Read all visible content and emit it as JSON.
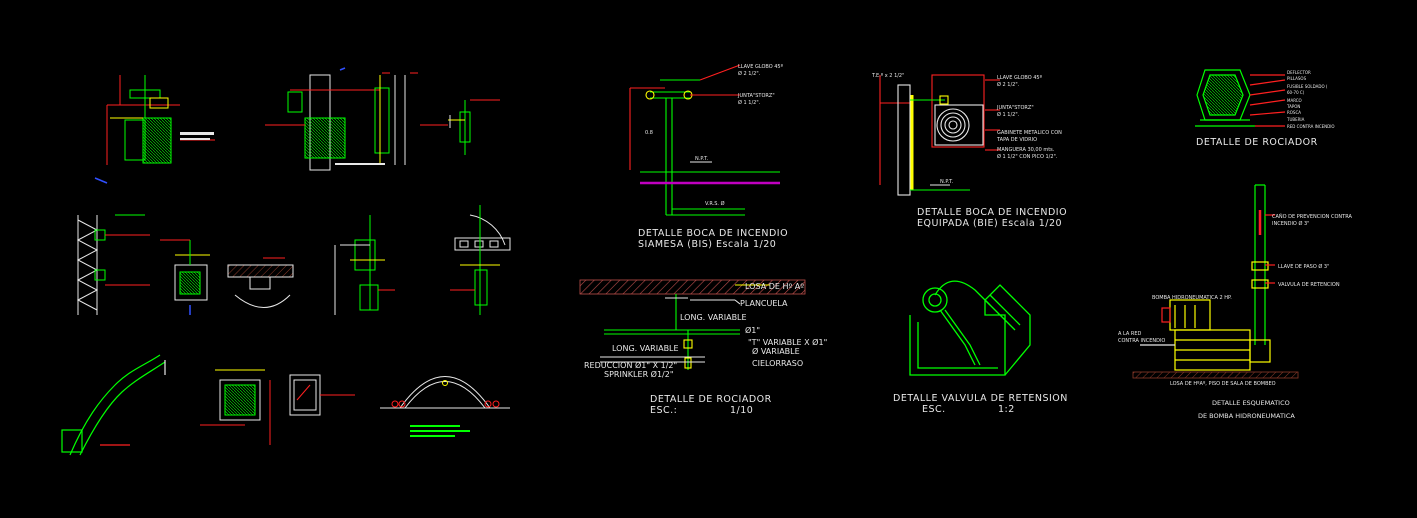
{
  "colors": {
    "background": "#000000",
    "pipe_green": "#00ff00",
    "pipe_yellow": "#ffff00",
    "leader_red": "#ff2020",
    "text_white": "#e8e8e8",
    "slab_hatch": "#c0504d",
    "floor_magenta": "#c000c0",
    "cyan": "#00ffff",
    "blue": "#3050ff"
  },
  "siamesa": {
    "label_llave": "LLAVE GLOBO 45º",
    "label_llave_size": "Ø 2 1/2\".",
    "label_junta": "JUNTA\"STORZ\"",
    "label_junta_size": "Ø 1 1/2\".",
    "label_npt": "N.P.T.",
    "label_h": "0.8",
    "label_vrs": "V.R.S. Ø",
    "title_line1": "DETALLE BOCA DE INCENDIO",
    "title_line2": "SIAMESA (BIS)   Escala 1/20"
  },
  "bie": {
    "label_top_left": "T.E.º x 2 1/2\"",
    "label_llave": "LLAVE GLOBO 45º",
    "label_llave_size": "Ø 2 1/2\".",
    "label_junta": "JUNTA\"STORZ\"",
    "label_junta_size": "Ø 1 1/2\".",
    "label_gab1": "GABINETE METALICO CON",
    "label_gab2": "TAPA DE VIDRIO",
    "label_mang1": "MANGUERA 30,00 mts.",
    "label_mang2": "Ø 1 1/2\" CON PICO 1/2\".",
    "label_npt": "N.P.T.",
    "title_line1": "DETALLE BOCA DE INCENDIO",
    "title_line2": "EQUIPADA (BIE)  Escala 1/20"
  },
  "rociador_top": {
    "labels": [
      "DEFLECTOR",
      "PILLASOS",
      "FUSIBLE SOLDADO (",
      "60-70 C)",
      "MARCO",
      "TAPON",
      "ROSCA",
      "TUBERIA",
      "RED CONTRA INCENDIO"
    ],
    "title": "DETALLE DE ROCIADOR"
  },
  "rociador_detail": {
    "label_losa": "LOSA DE Hº Aº",
    "label_planc": "PLANCUELA",
    "label_long1": "LONG. VARIABLE",
    "label_d1": "Ø1\"",
    "label_long2": "LONG. VARIABLE",
    "label_tee": "\"T\" VARIABLE X Ø1\"",
    "label_var": "Ø VARIABLE",
    "label_red": "REDUCCION Ø1\" X 1/2\"",
    "label_spr": "SPRINKLER Ø1/2\"",
    "label_cielo": "CIELORRASO",
    "title_line1": "DETALLE DE ROCIADOR",
    "title_esc": "ESC.:",
    "title_scale": "1/10"
  },
  "valvula": {
    "title_line1": "DETALLE  VALVULA DE RETENSION",
    "title_esc": "ESC.",
    "title_scale": "1:2"
  },
  "bomba": {
    "label_cano1": "CAÑO DE PREVENCION CONTRA",
    "label_cano2": "INCENDIO Ø 3\"",
    "label_llave": "LLAVE DE PASO Ø 3\"",
    "label_valv": "VALVULA DE RETENCION",
    "label_bomba": "BOMBA HIDRONEUMATICA 2 HP.",
    "label_red1": "A LA RED",
    "label_red2": "CONTRA INCENDIO",
    "label_losa": "LOSA DE HºAº, PISO DE SALA DE BOMBEO",
    "title_line1": "DETALLE ESQUEMATICO",
    "title_line2": "DE BOMBA HIDRONEUMATICA"
  }
}
